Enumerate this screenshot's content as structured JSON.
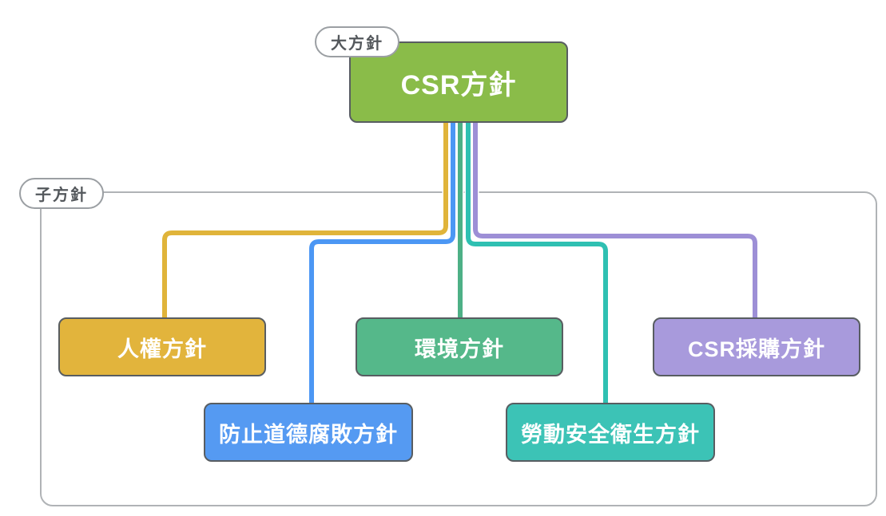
{
  "diagram": {
    "title": "CSR policy structure diagram",
    "root": {
      "tag": "大方針",
      "label": "CSR方針",
      "fill": "#8abc49"
    },
    "group": {
      "tag": "子方針"
    },
    "children": [
      {
        "label": "人權方針",
        "fill": "#e2b43c",
        "line": "#e0b43a"
      },
      {
        "label": "防止道德腐敗方針",
        "fill": "#559af2",
        "line": "#4c97f4"
      },
      {
        "label": "環境方針",
        "fill": "#55b88a",
        "line": "#4db086"
      },
      {
        "label": "勞動安全衛生方針",
        "fill": "#3cc3b6",
        "line": "#2fc0b2"
      },
      {
        "label": "CSR採購方針",
        "fill": "#a89adc",
        "line": "#9d8fd6"
      }
    ],
    "node_border_color": "#585d61",
    "group_border_color": "#b0b3b6",
    "text_color_nodes": "#ffffff",
    "text_color_tags": "#54585c"
  }
}
